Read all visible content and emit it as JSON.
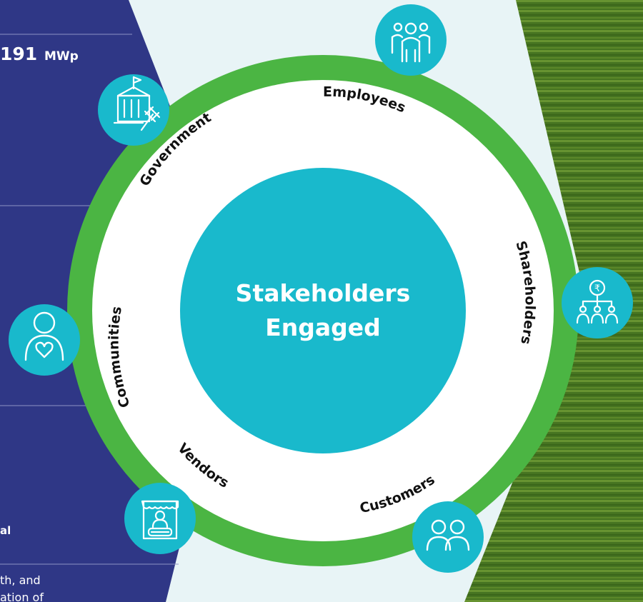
{
  "colors": {
    "left_panel": "#2f3786",
    "ring": "#4bb543",
    "teal": "#19b9cc",
    "white": "#ffffff",
    "field_dark": "#3e6b1f",
    "field_light": "#6f9b34"
  },
  "left_panel": {
    "top_value": "191",
    "top_unit": "MWp",
    "fragment_bold": "al",
    "fragment_line1": "th, and",
    "fragment_line2": "ation of"
  },
  "diagram": {
    "center_line1": "Stakeholders",
    "center_line2": "Engaged",
    "stakeholders": [
      {
        "label": "Employees",
        "icon": "employees-icon"
      },
      {
        "label": "Shareholders",
        "icon": "shareholders-icon"
      },
      {
        "label": "Customers",
        "icon": "customers-icon"
      },
      {
        "label": "Vendors",
        "icon": "vendors-icon"
      },
      {
        "label": "Communities",
        "icon": "communities-icon"
      },
      {
        "label": "Government",
        "icon": "government-icon"
      }
    ],
    "rupee_symbol": "₹"
  }
}
